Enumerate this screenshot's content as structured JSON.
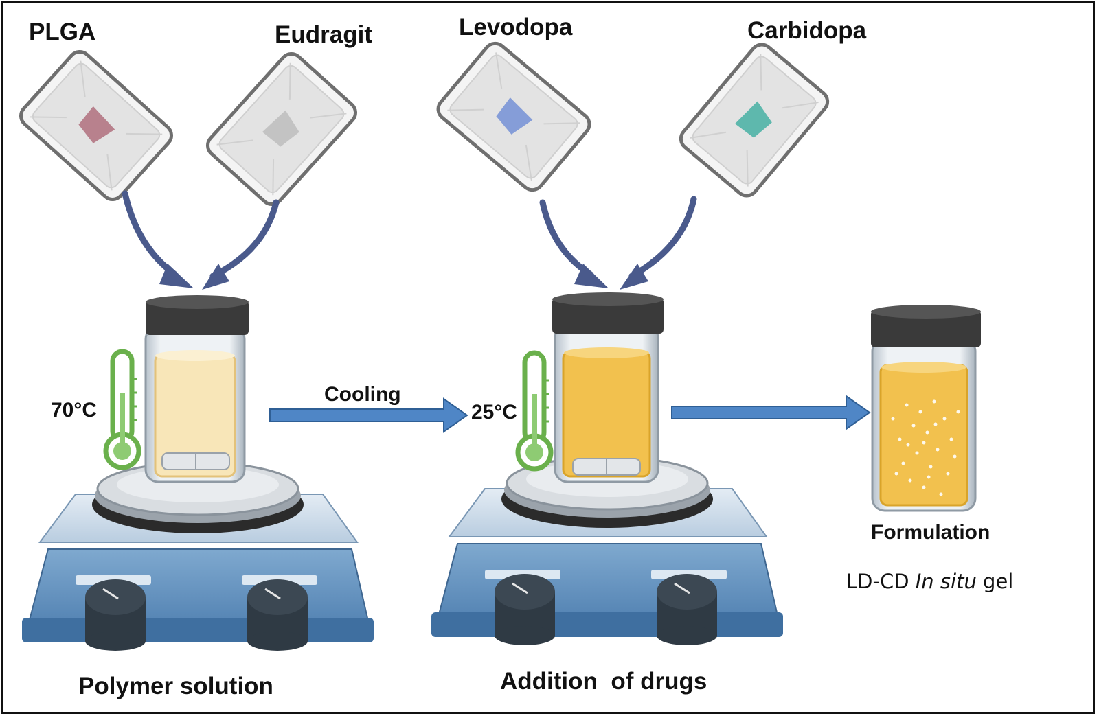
{
  "reagents": {
    "plga": "PLGA",
    "eudragit": "Eudragit",
    "levodopa": "Levodopa",
    "carbidopa": "Carbidopa"
  },
  "steps": {
    "step1": "Polymer solution",
    "step2": "Addition  of drugs",
    "cooling": "Cooling",
    "final": "Formulation"
  },
  "temperatures": {
    "hot": "70°C",
    "cool": "25°C"
  },
  "gel_label": {
    "prefix": "LD-CD ",
    "italic": "In situ",
    "suffix": " gel"
  },
  "colors": {
    "arrow_fill": "#4f86c6",
    "curved_arrow": "#4a5a8c",
    "thermometer": "#6ab04c",
    "powder_plga": "#b0707e",
    "powder_eudragit": "#bdbdbd",
    "powder_levodopa": "#7a95d6",
    "powder_carbidopa": "#4fb3a6",
    "solution_polymer": "#f8e6b8",
    "solution_drugs": "#f2c14e",
    "stirrer_body": "#8fb4d6",
    "knob": "#2f3a44"
  },
  "icons": [
    "weigh-boat",
    "curved-arrow",
    "vial",
    "thermometer",
    "hot-plate-stirrer",
    "block-arrow"
  ]
}
